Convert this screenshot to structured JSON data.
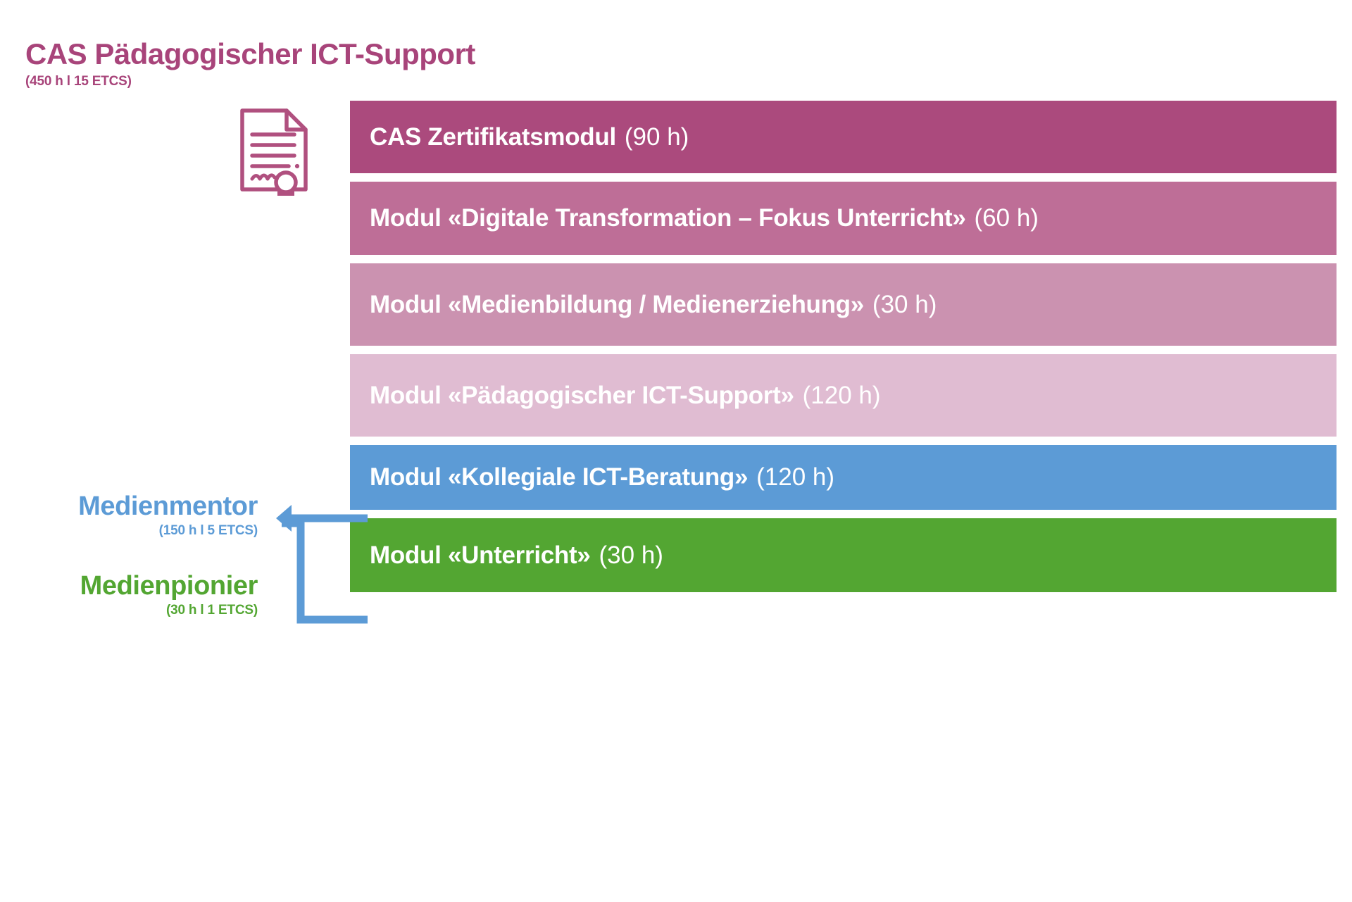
{
  "header": {
    "title": "CAS Pädagogischer ICT-Support",
    "subtitle": "(450 h l 15 ETCS)",
    "color": "#A8447A"
  },
  "icon": {
    "name": "certificate-icon",
    "color": "#B0507F"
  },
  "chart_data": {
    "type": "bar",
    "title": "CAS Pädagogischer ICT-Support",
    "xlabel": "",
    "ylabel": "",
    "categories": [
      "CAS Zertifikatsmodul",
      "Modul «Digitale Transformation – Fokus Unterricht»",
      "Modul «Medienbildung / Medienerziehung»",
      "Modul «Pädagogischer ICT-Support»",
      "Modul «Kollegiale ICT-Beratung»",
      "Modul «Unterricht»"
    ],
    "values": [
      90,
      60,
      30,
      120,
      120,
      30
    ],
    "unit": "h",
    "total_hours": 450,
    "total_ects": 15,
    "colors": [
      "#AB4A7D",
      "#BE6E97",
      "#CB92B0",
      "#E0BCD2",
      "#5C9BD6",
      "#53A632"
    ]
  },
  "modules": [
    {
      "label": "CAS Zertifikatsmodul",
      "hours": "(90 h)",
      "color": "#AB4A7D"
    },
    {
      "label": "Modul «Digitale Transformation – Fokus Unterricht»",
      "hours": "(60 h)",
      "color": "#BE6E97"
    },
    {
      "label": "Modul «Medienbildung / Medienerziehung»",
      "hours": "(30 h)",
      "color": "#CB92B0"
    },
    {
      "label": "Modul «Pädagogischer ICT-Support»",
      "hours": "(120 h)",
      "color": "#E0BCD2"
    },
    {
      "label": "Modul «Kollegiale ICT-Beratung»",
      "hours": "(120 h)",
      "color": "#5C9BD6"
    },
    {
      "label": "Modul «Unterricht»",
      "hours": "(30 h)",
      "color": "#53A632"
    }
  ],
  "roles": [
    {
      "name": "Medienmentor",
      "subtitle": "(150 h l 5 ETCS)",
      "color": "#5C9BD6"
    },
    {
      "name": "Medienpionier",
      "subtitle": "(30 h l 1 ETCS)",
      "color": "#53A632"
    }
  ],
  "connector": {
    "name": "left-arrow-bracket",
    "color": "#5C9BD6"
  }
}
